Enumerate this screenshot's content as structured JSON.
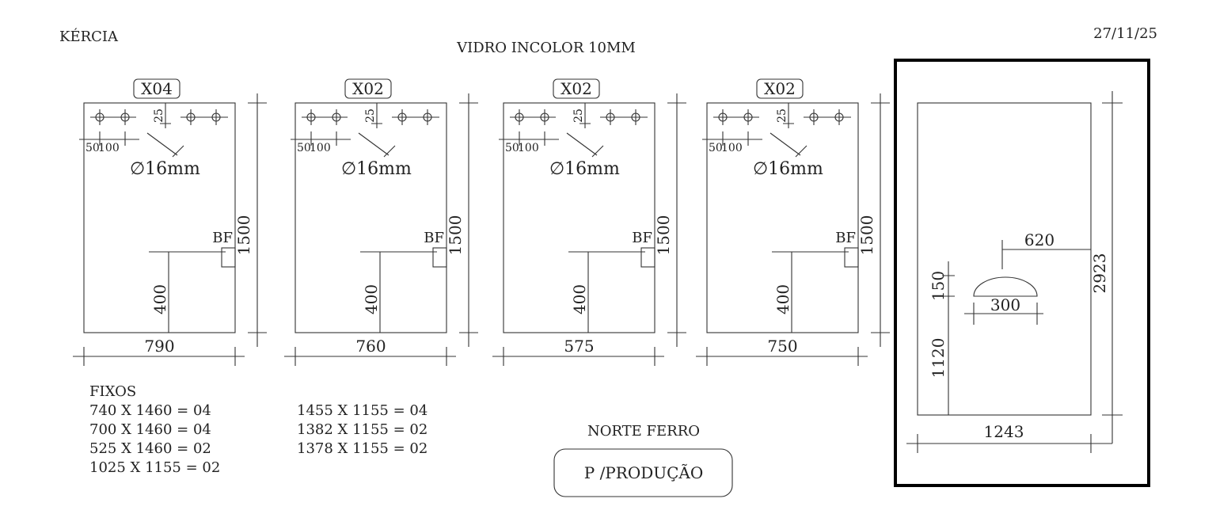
{
  "header": {
    "client": "KÉRCIA",
    "title": "VIDRO INCOLOR 10MM",
    "date": "27/11/25"
  },
  "panels": [
    {
      "tag": "X04",
      "width": "790",
      "height": "1500",
      "top_offset": "25",
      "hole_offsets": [
        "50",
        "100"
      ],
      "hole_diameter": "∅16mm",
      "bf_label": "BF",
      "bf_height": "400"
    },
    {
      "tag": "X02",
      "width": "760",
      "height": "1500",
      "top_offset": "25",
      "hole_offsets": [
        "50",
        "100"
      ],
      "hole_diameter": "∅16mm",
      "bf_label": "BF",
      "bf_height": "400"
    },
    {
      "tag": "X02",
      "width": "575",
      "height": "1500",
      "top_offset": "25",
      "hole_offsets": [
        "50",
        "100"
      ],
      "hole_diameter": "∅16mm",
      "bf_label": "BF",
      "bf_height": "400"
    },
    {
      "tag": "X02",
      "width": "750",
      "height": "1500",
      "top_offset": "25",
      "hole_offsets": [
        "50",
        "100"
      ],
      "hole_diameter": "∅16mm",
      "bf_label": "BF",
      "bf_height": "400"
    }
  ],
  "special_panel": {
    "width": "1243",
    "height": "2923",
    "cutout_width": "300",
    "cutout_height": "150",
    "cutout_from_right": "620",
    "cutout_from_bottom": "1120"
  },
  "fixos": {
    "title": "FIXOS",
    "col1": [
      "740 X 1460 = 04",
      "700 X 1460 = 04",
      "525 X 1460 = 02",
      "1025 X 1155 = 02"
    ],
    "col2": [
      "1455 X 1155 = 04",
      "1382 X 1155 = 02",
      "1378 X 1155 = 02"
    ]
  },
  "supplier": "NORTE FERRO",
  "stamp": "P /PRODUÇÃO"
}
